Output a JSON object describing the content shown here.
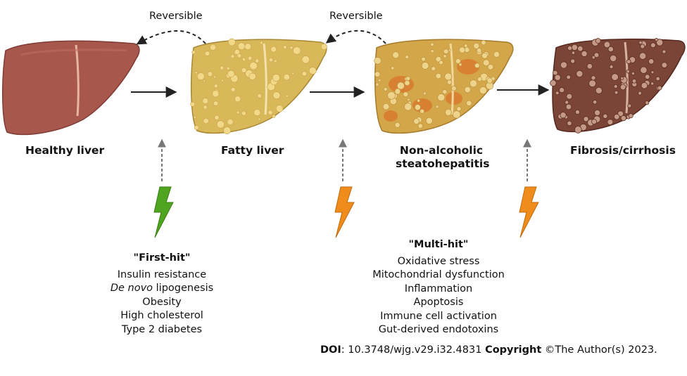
{
  "stages": [
    {
      "id": "healthy",
      "label": "Healthy liver"
    },
    {
      "id": "fatty",
      "label": "Fatty liver"
    },
    {
      "id": "nash",
      "label_lines": [
        "Non-alcoholic",
        "steatohepatitis"
      ]
    },
    {
      "id": "fibrosis",
      "label": "Fibrosis/cirrhosis"
    }
  ],
  "reversible_labels": [
    "Reversible",
    "Reversible"
  ],
  "first_hit": {
    "title": "\"First-hit\"",
    "items": [
      {
        "text": "Insulin resistance"
      },
      {
        "italic": "De novo",
        "text": " lipogenesis"
      },
      {
        "text": "Obesity"
      },
      {
        "text": "High cholesterol"
      },
      {
        "text": "Type 2 diabetes"
      }
    ],
    "bolt_color": "#4fa51f"
  },
  "multi_hit": {
    "title": "\"Multi-hit\"",
    "items": [
      "Oxidative stress",
      "Mitochondrial dysfunction",
      "Inflammation",
      "Apoptosis",
      "Immune cell activation",
      "Gut-derived endotoxins"
    ],
    "bolt_color": "#f08c1c"
  },
  "footer": {
    "doi_label": "DOI",
    "doi_value": ": 10.3748/wjg.v29.i32.4831 ",
    "copyright_label": "Copyright",
    "copyright_value": " ©The Author(s) 2023."
  },
  "colors": {
    "healthy_liver": "#a8574d",
    "fatty_liver": "#d9b85a",
    "nash_liver": "#d4a64a",
    "nash_inflammation": "#d97a2e",
    "fibrotic_liver": "#7a4536",
    "fibrotic_nodule": "#c49a86",
    "arrow": "#222222",
    "dashed_arrow": "#777777"
  }
}
